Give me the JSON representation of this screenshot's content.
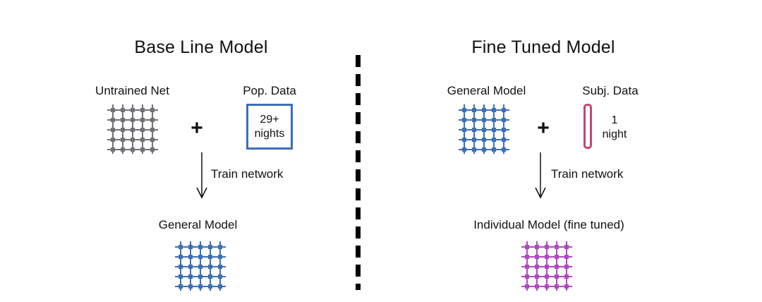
{
  "panels": [
    {
      "id": "baseline",
      "title": "Base Line Model",
      "input_net": {
        "label": "Untrained Net",
        "color": "#6F7177",
        "rows": 5,
        "cols": 5
      },
      "operator": "+",
      "data_source": {
        "label": "Pop. Data",
        "shape": "box",
        "color": "#3C6FB4",
        "line1": "29+",
        "line2": "nights"
      },
      "arrow_label": "Train network",
      "output": {
        "label": "General Model",
        "color": "#3C6FB4",
        "rows": 5,
        "cols": 5
      }
    },
    {
      "id": "finetuned",
      "title": "Fine Tuned Model",
      "input_net": {
        "label": "General Model",
        "color": "#3C6FB4",
        "rows": 5,
        "cols": 5
      },
      "operator": "+",
      "data_source": {
        "label": "Subj. Data",
        "shape": "thin-bar",
        "color": "#C4456F",
        "line1": "1",
        "line2": "night"
      },
      "arrow_label": "Train network",
      "output": {
        "label": "Individual Model (fine tuned)",
        "color": "#AE49C0",
        "rows": 5,
        "cols": 5
      }
    }
  ],
  "divider": {
    "style": "dashed-vertical",
    "color": "#000000"
  },
  "colors": {
    "gray_net": "#6F7177",
    "blue_net": "#3C6FB4",
    "purple_net": "#AE49C0",
    "pink_bar": "#C4456F",
    "text": "#111111"
  }
}
